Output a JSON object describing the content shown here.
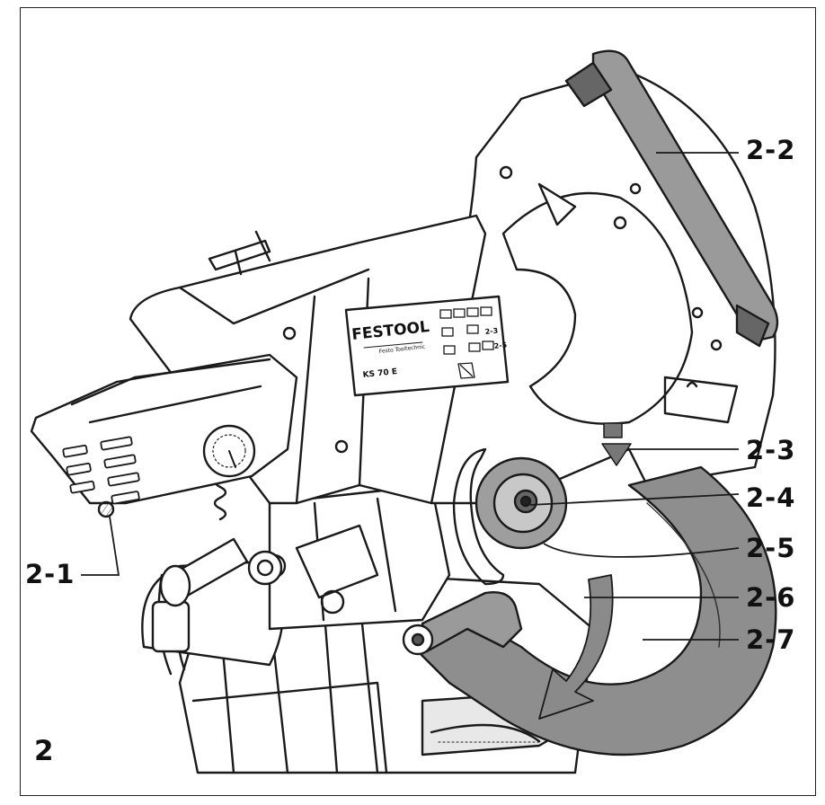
{
  "figure_number": "2",
  "label_panel": {
    "brand": "FESTOOL",
    "tagline": "Festo Tooltechnic",
    "model": "KS 70 E",
    "notes": [
      "2-3",
      "2-5"
    ]
  },
  "callouts": [
    {
      "id": "c1",
      "text": "2-1"
    },
    {
      "id": "c2",
      "text": "2-2"
    },
    {
      "id": "c3",
      "text": "2-3"
    },
    {
      "id": "c4",
      "text": "2-4"
    },
    {
      "id": "c5",
      "text": "2-5"
    },
    {
      "id": "c6",
      "text": "2-6"
    },
    {
      "id": "c7",
      "text": "2-7"
    }
  ],
  "colors": {
    "outline": "#1a1a1a",
    "body": "#ffffff",
    "grip": "#9a9a9a",
    "guard": "#8e8e8e"
  }
}
